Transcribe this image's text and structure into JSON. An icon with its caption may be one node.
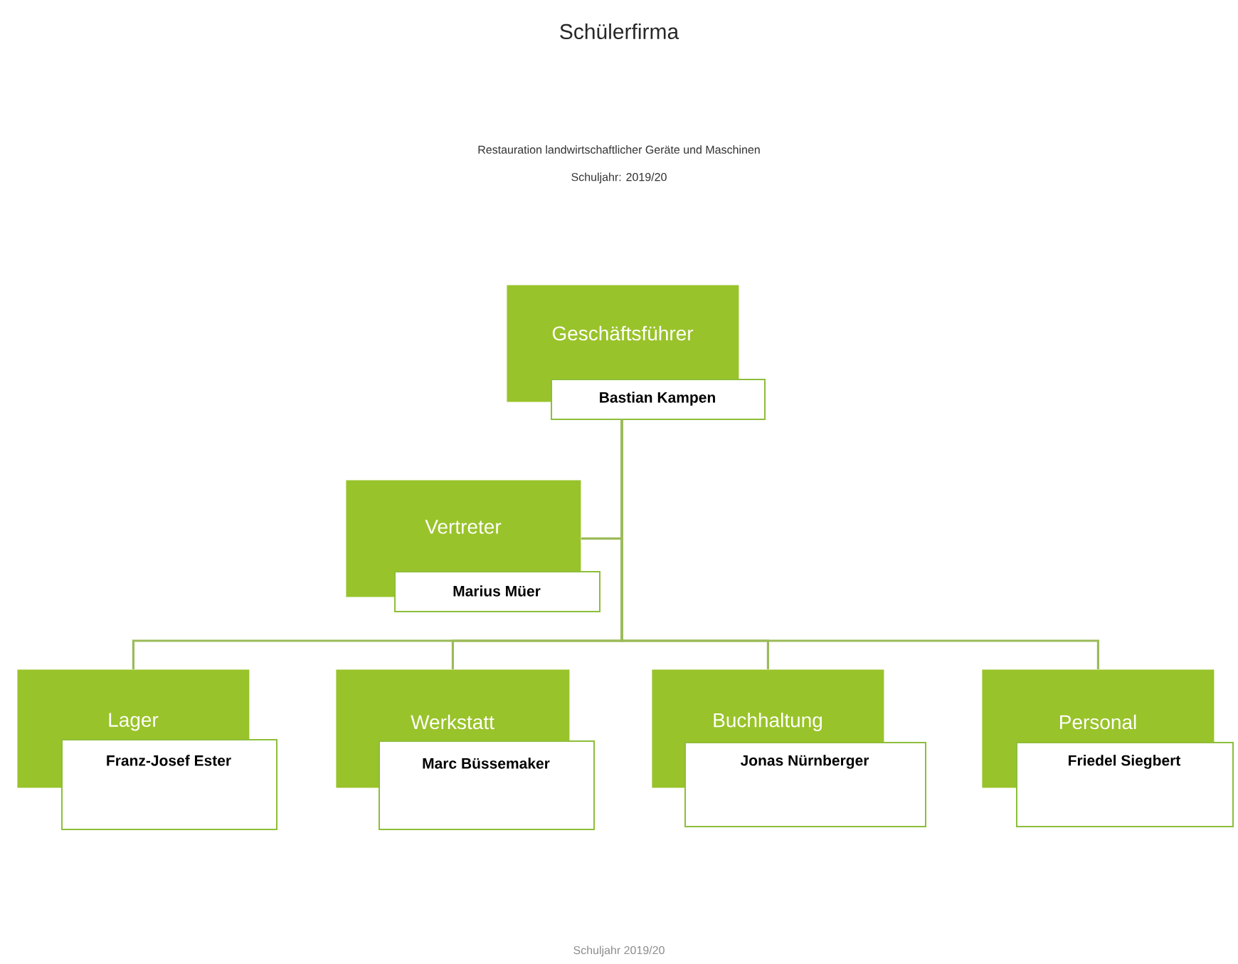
{
  "diagram": {
    "title": "Schülerfirma",
    "nodes": [
      {
        "text": [
          "Geschäftsführer",
          "Bastian Kampen"
        ]
      },
      {
        "text": [
          "Vertreter",
          "Marius Müer"
        ]
      },
      {
        "text": [
          "Lager",
          "Franz-Josef Ester"
        ]
      },
      {
        "text": [
          "Werkstatt",
          "Marc Büssemaker"
        ]
      },
      {
        "text": [
          "Buchhaltung",
          "Jonas Nürnberger"
        ]
      },
      {
        "text": [
          "Personal",
          "Friedel Siegbert"
        ]
      }
    ],
    "edges": [
      {
        "from": 0,
        "to": 1,
        "arrow": "none"
      },
      {
        "from": 0,
        "to": 2,
        "arrow": "none"
      },
      {
        "from": 0,
        "to": 3,
        "arrow": "none"
      },
      {
        "from": 0,
        "to": 4,
        "arrow": "none"
      },
      {
        "from": 0,
        "to": 5,
        "arrow": "none"
      }
    ],
    "labels": [
      "Restauration landwirtschaftlicher Geräte und Maschinen",
      "Schuljahr: 2019/20",
      "Schuljahr 2019/20"
    ]
  }
}
